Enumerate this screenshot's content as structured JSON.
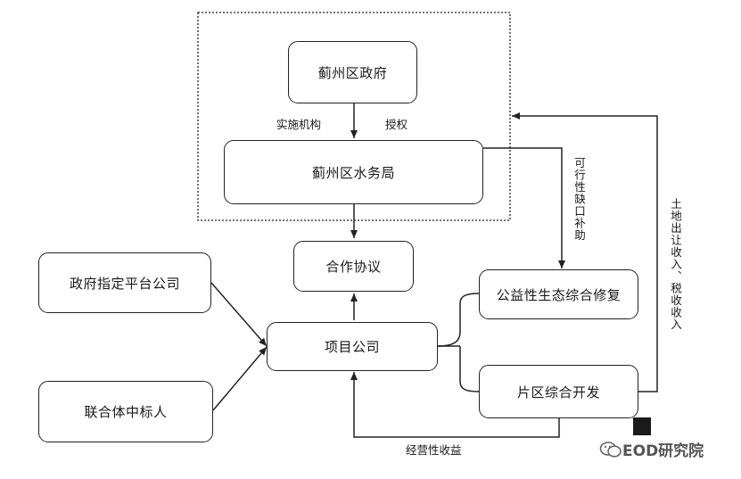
{
  "nodes": {
    "district_gov": "蓟州区政府",
    "water_bureau": "蓟州区水务局",
    "cooperation": "合作协议",
    "platform_company": "政府指定平台公司",
    "consortium": "联合体中标人",
    "project_company": "项目公司",
    "eco_restoration": "公益性生态综合修复",
    "area_development": "片区综合开发"
  },
  "edges": {
    "implementer": "实施机构",
    "authorize": "授权",
    "viability_gap": "可行性缺口补助",
    "land_tax_revenue": "土地出让收入、税收收入",
    "operating_income": "经营性收益"
  },
  "watermark": {
    "text": "EOD研究院"
  }
}
